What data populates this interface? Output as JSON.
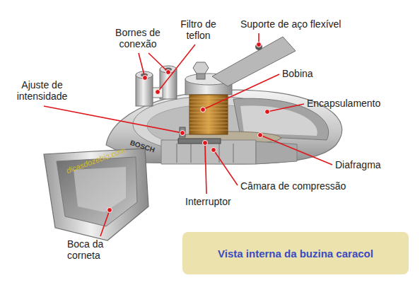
{
  "diagram": {
    "nodes": [
      {
        "text": [
          "Vista interna da buzina caracol"
        ]
      }
    ],
    "labels": [
      "Bornes de conexão",
      "Filtro de teflon",
      "Suporte de aço flexível",
      "Bobina",
      "Ajuste de intensidade",
      "Encapsulamento",
      "Diafragma",
      "Câmara de compressão",
      "Interruptor",
      "Boca da corneta",
      "dicasdozebio.com",
      "BOSCH"
    ]
  }
}
